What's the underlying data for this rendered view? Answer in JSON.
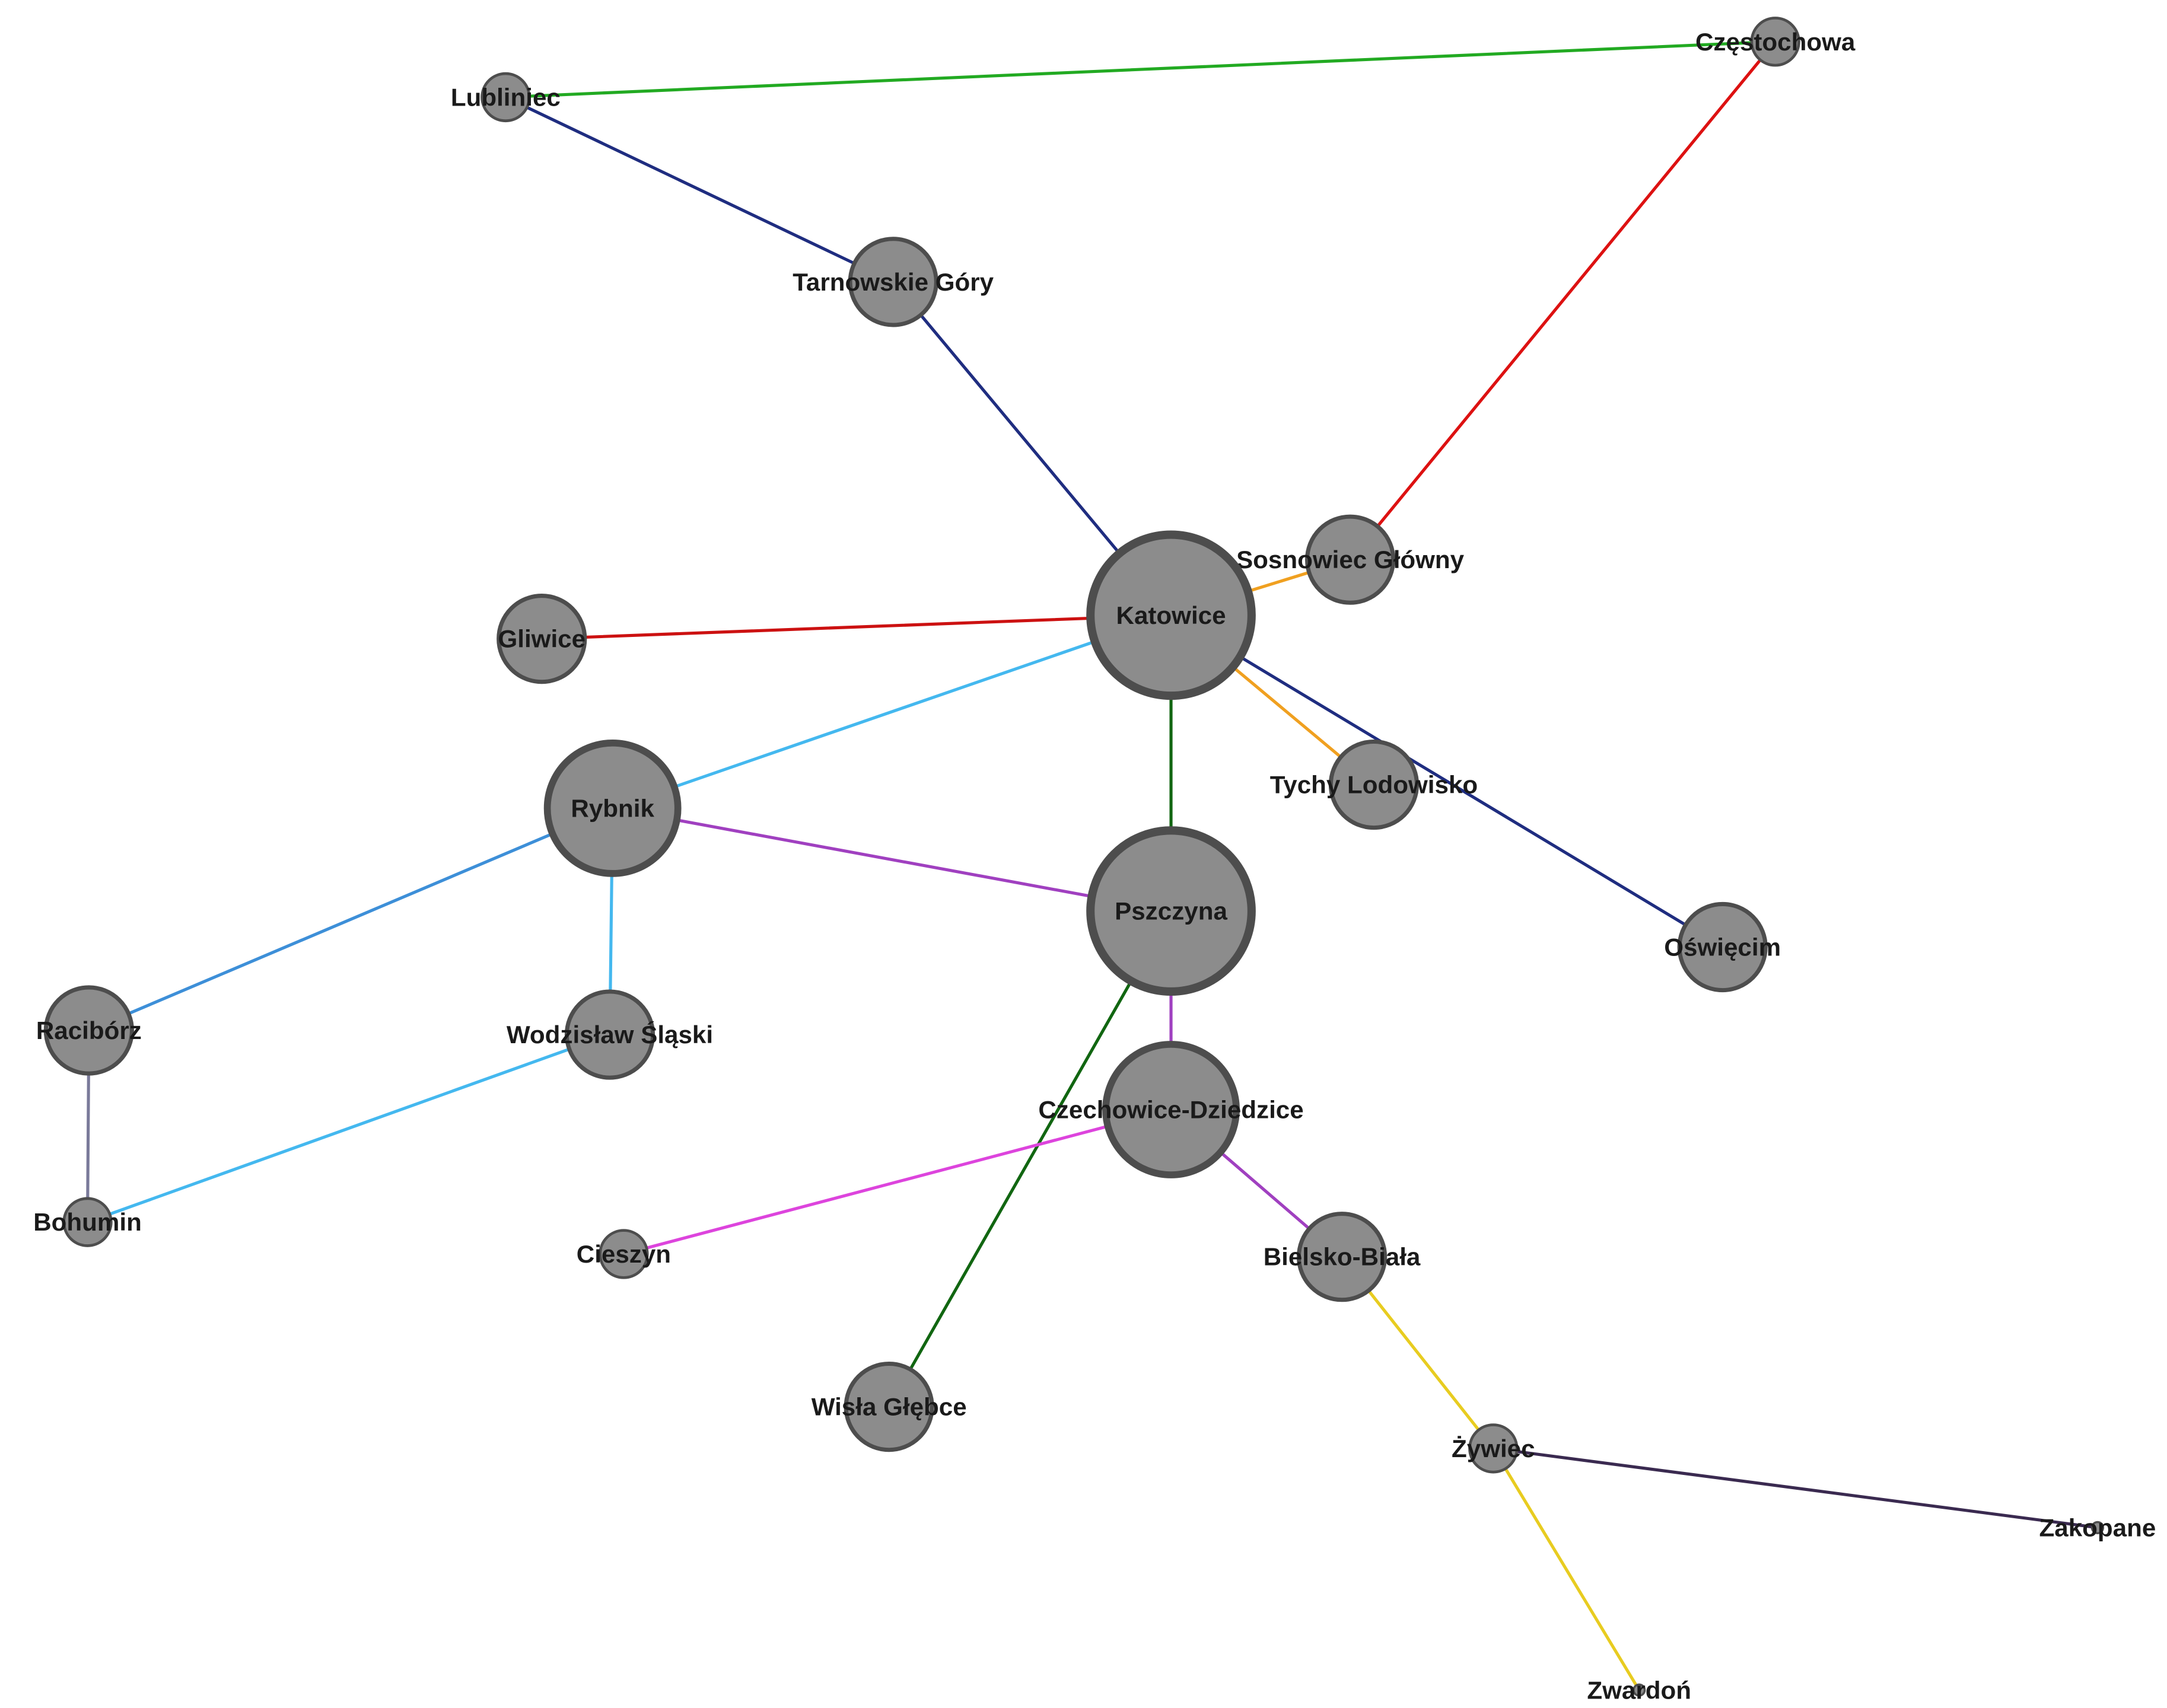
{
  "nodes": [
    {
      "id": "czestochowa",
      "label": "Częstochowa",
      "size": 1
    },
    {
      "id": "lubliniec",
      "label": "Lubliniec",
      "size": 1
    },
    {
      "id": "tarnowskie_gory",
      "label": "Tarnowskie Góry",
      "size": 2
    },
    {
      "id": "sosnowiec",
      "label": "Sosnowiec Główny",
      "size": 2
    },
    {
      "id": "katowice",
      "label": "Katowice",
      "size": 4
    },
    {
      "id": "gliwice",
      "label": "Gliwice",
      "size": 2
    },
    {
      "id": "rybnik",
      "label": "Rybnik",
      "size": 3
    },
    {
      "id": "tychy",
      "label": "Tychy Lodowisko",
      "size": 2
    },
    {
      "id": "pszczyna",
      "label": "Pszczyna",
      "size": 4
    },
    {
      "id": "oswiecim",
      "label": "Oświęcim",
      "size": 2
    },
    {
      "id": "raciborz",
      "label": "Racibórz",
      "size": 2
    },
    {
      "id": "wodzislaw",
      "label": "Wodzisław Śląski",
      "size": 2
    },
    {
      "id": "czechowice",
      "label": "Czechowice-Dziedzice",
      "size": 3
    },
    {
      "id": "bohumin",
      "label": "Bohumin",
      "size": 1
    },
    {
      "id": "cieszyn",
      "label": "Cieszyn",
      "size": 1
    },
    {
      "id": "bielsko",
      "label": "Bielsko-Biała",
      "size": 2
    },
    {
      "id": "wisla",
      "label": "Wisła Głębce",
      "size": 2
    },
    {
      "id": "zywiec",
      "label": "Żywiec",
      "size": 1
    },
    {
      "id": "zakopane",
      "label": "Zakopane",
      "size": 0
    },
    {
      "id": "zwardon",
      "label": "Zwardoń",
      "size": 0
    }
  ],
  "edges": [
    {
      "source": "lubliniec",
      "target": "czestochowa",
      "color": "#22aa22"
    },
    {
      "source": "lubliniec",
      "target": "tarnowskie_gory",
      "color": "#1f2d80"
    },
    {
      "source": "tarnowskie_gory",
      "target": "katowice",
      "color": "#1f2d80"
    },
    {
      "source": "czestochowa",
      "target": "sosnowiec",
      "color": "#dd1111"
    },
    {
      "source": "sosnowiec",
      "target": "katowice",
      "color": "#f0a020"
    },
    {
      "source": "gliwice",
      "target": "katowice",
      "color": "#cc1111"
    },
    {
      "source": "katowice",
      "target": "rybnik",
      "color": "#44b8ef"
    },
    {
      "source": "katowice",
      "target": "pszczyna",
      "color": "#116611"
    },
    {
      "source": "katowice",
      "target": "tychy",
      "color": "#f0a020"
    },
    {
      "source": "katowice",
      "target": "oswiecim",
      "color": "#1f2d80"
    },
    {
      "source": "rybnik",
      "target": "pszczyna",
      "color": "#a040c0"
    },
    {
      "source": "rybnik",
      "target": "raciborz",
      "color": "#3d8fd8"
    },
    {
      "source": "rybnik",
      "target": "wodzislaw",
      "color": "#44b8ef"
    },
    {
      "source": "wodzislaw",
      "target": "bohumin",
      "color": "#44b8ef"
    },
    {
      "source": "raciborz",
      "target": "bohumin",
      "color": "#7a7a9a"
    },
    {
      "source": "pszczyna",
      "target": "czechowice",
      "color": "#a040c0"
    },
    {
      "source": "pszczyna",
      "target": "wisla",
      "color": "#116611"
    },
    {
      "source": "czechowice",
      "target": "cieszyn",
      "color": "#dd44dd"
    },
    {
      "source": "czechowice",
      "target": "bielsko",
      "color": "#a040c0"
    },
    {
      "source": "bielsko",
      "target": "zywiec",
      "color": "#e8cc20"
    },
    {
      "source": "zywiec",
      "target": "zwardon",
      "color": "#e8cc20"
    },
    {
      "source": "zywiec",
      "target": "zakopane",
      "color": "#3a2a50"
    }
  ],
  "colors": {
    "node_fill": "#8c8c8c",
    "node_stroke": "#4d4d4d",
    "label": "#1a1a1a",
    "background": "#ffffff"
  }
}
